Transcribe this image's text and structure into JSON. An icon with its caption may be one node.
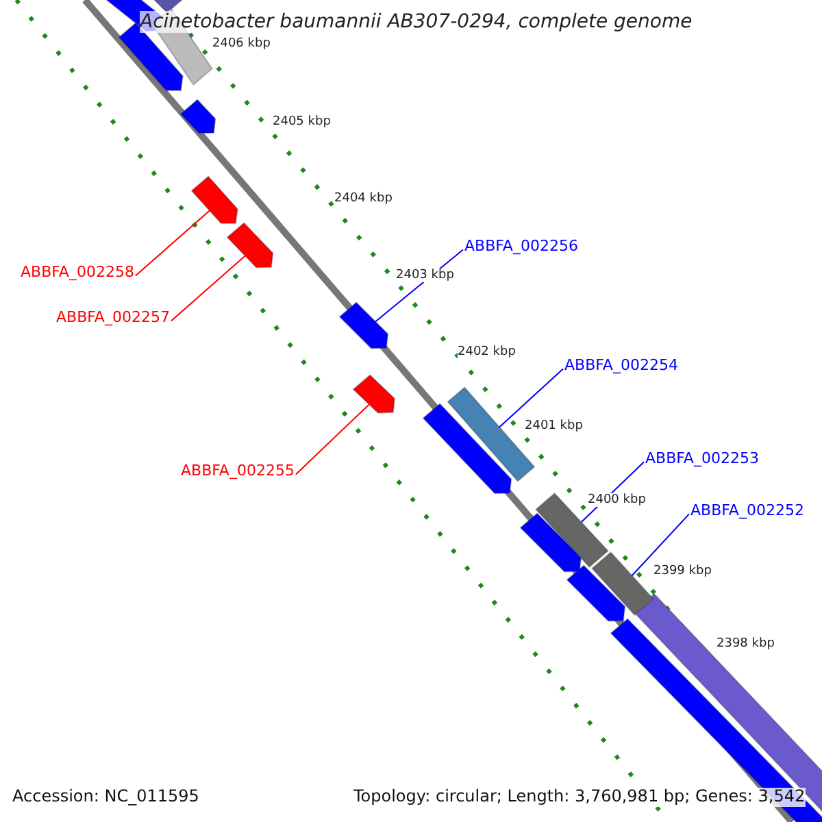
{
  "diagram": {
    "title": "Acinetobacter baumannii AB307-0294, complete genome",
    "nodes": [
      {
        "text": [
          "ABBFA_002258"
        ]
      },
      {
        "text": [
          "ABBFA_002257"
        ]
      },
      {
        "text": [
          "ABBFA_002256"
        ]
      },
      {
        "text": [
          "ABBFA_002254"
        ]
      },
      {
        "text": [
          "ABBFA_002255"
        ]
      },
      {
        "text": [
          "ABBFA_002253"
        ]
      },
      {
        "text": [
          "ABBFA_002252"
        ]
      },
      {
        "text": [],
        "shape": "bar"
      },
      {
        "text": [],
        "shape": "bar"
      },
      {
        "text": [],
        "shape": "bar"
      },
      {
        "text": [],
        "shape": "bar"
      },
      {
        "text": [],
        "shape": "bar"
      },
      {
        "text": [],
        "shape": "bar"
      },
      {
        "text": [],
        "shape": "bar"
      }
    ],
    "edges": [
      {
        "from": 0,
        "to": 7,
        "arrow": "none",
        "color": "#ff0000"
      },
      {
        "from": 1,
        "to": 8,
        "arrow": "none",
        "color": "#ff0000"
      },
      {
        "from": 2,
        "to": 9,
        "arrow": "none"
      },
      {
        "from": 3,
        "to": 10,
        "arrow": "none"
      },
      {
        "from": 4,
        "to": 11,
        "arrow": "none",
        "color": "#ff0000"
      },
      {
        "from": 5,
        "to": 12,
        "arrow": "none"
      },
      {
        "from": 6,
        "to": 13,
        "arrow": "none"
      }
    ],
    "labels": [
      "2406 kbp",
      "2405 kbp",
      "2404 kbp",
      "2403 kbp",
      "2402 kbp",
      "2401 kbp",
      "2400 kbp",
      "2399 kbp",
      "2398 kbp",
      "Accession: NC_011595",
      "Topology: circular; Length: 3,760,981 bp; Genes: 3,542"
    ]
  }
}
